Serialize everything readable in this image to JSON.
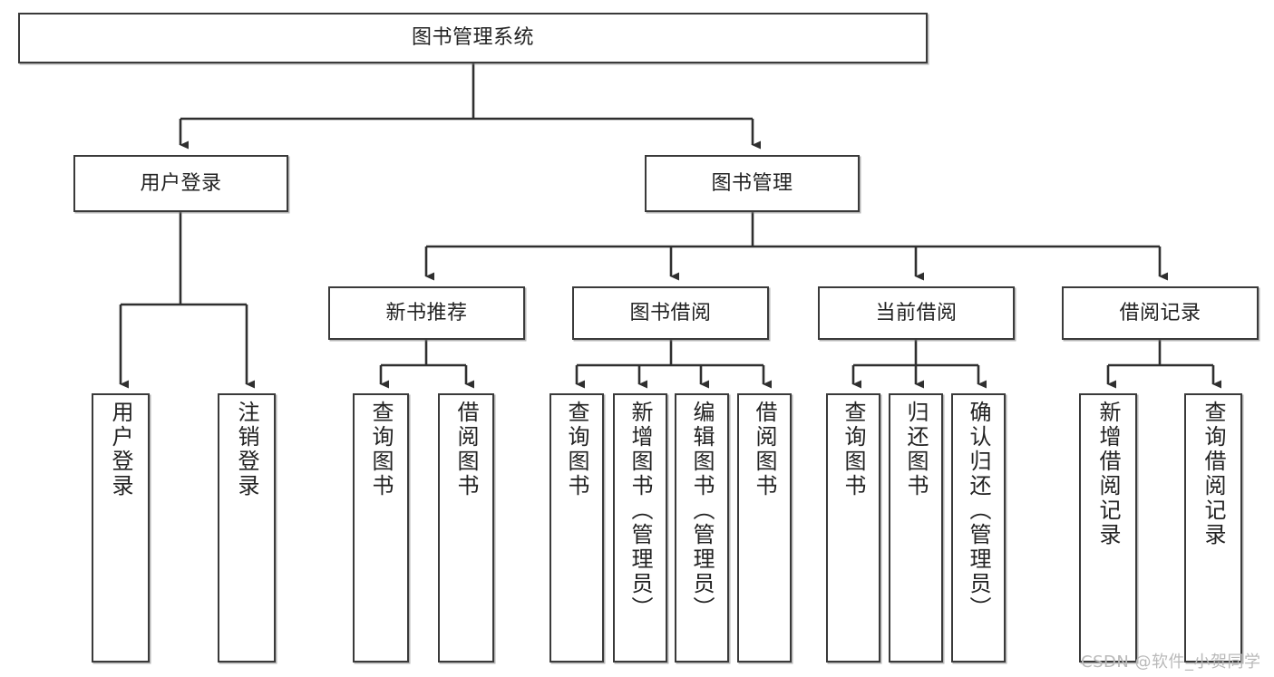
{
  "diagram": {
    "title": "图书管理系统",
    "type": "tree-hierarchy",
    "background_color": "#ffffff",
    "box_border_color": "#3a3a3a",
    "connector_color": "#2f2f2f",
    "text_color": "#222222"
  },
  "nodes": {
    "root": {
      "label": "图书管理系统",
      "level": 0
    },
    "level1": [
      {
        "id": "user-login",
        "label": "用户登录"
      },
      {
        "id": "book-management",
        "label": "图书管理"
      }
    ],
    "level2": [
      {
        "id": "new-book-recommend",
        "label": "新书推荐",
        "parent": "book-management"
      },
      {
        "id": "book-borrow",
        "label": "图书借阅",
        "parent": "book-management"
      },
      {
        "id": "current-borrow",
        "label": "当前借阅",
        "parent": "book-management"
      },
      {
        "id": "borrow-record",
        "label": "借阅记录",
        "parent": "book-management"
      }
    ],
    "leaves": [
      {
        "id": "leaf-user-login",
        "label": "用户登录",
        "parent": "user-login"
      },
      {
        "id": "leaf-user-logout",
        "label": "注销登录",
        "parent": "user-login"
      },
      {
        "id": "leaf-query-book-1",
        "label": "查询图书",
        "parent": "new-book-recommend"
      },
      {
        "id": "leaf-borrow-book-1",
        "label": "借阅图书",
        "parent": "new-book-recommend"
      },
      {
        "id": "leaf-query-book-2",
        "label": "查询图书",
        "parent": "book-borrow"
      },
      {
        "id": "leaf-add-book",
        "label": "新增图书（管理员）",
        "parent": "book-borrow"
      },
      {
        "id": "leaf-edit-book",
        "label": "编辑图书（管理员）",
        "parent": "book-borrow"
      },
      {
        "id": "leaf-borrow-book-2",
        "label": "借阅图书",
        "parent": "book-borrow"
      },
      {
        "id": "leaf-query-book-3",
        "label": "查询图书",
        "parent": "current-borrow"
      },
      {
        "id": "leaf-return-book",
        "label": "归还图书",
        "parent": "current-borrow"
      },
      {
        "id": "leaf-confirm-return",
        "label": "确认归还（管理员）",
        "parent": "current-borrow"
      },
      {
        "id": "leaf-add-record",
        "label": "新增借阅记录",
        "parent": "borrow-record"
      },
      {
        "id": "leaf-query-record",
        "label": "查询借阅记录",
        "parent": "borrow-record"
      }
    ]
  },
  "watermark": {
    "text": "CSDN @软件_小贺同学"
  }
}
